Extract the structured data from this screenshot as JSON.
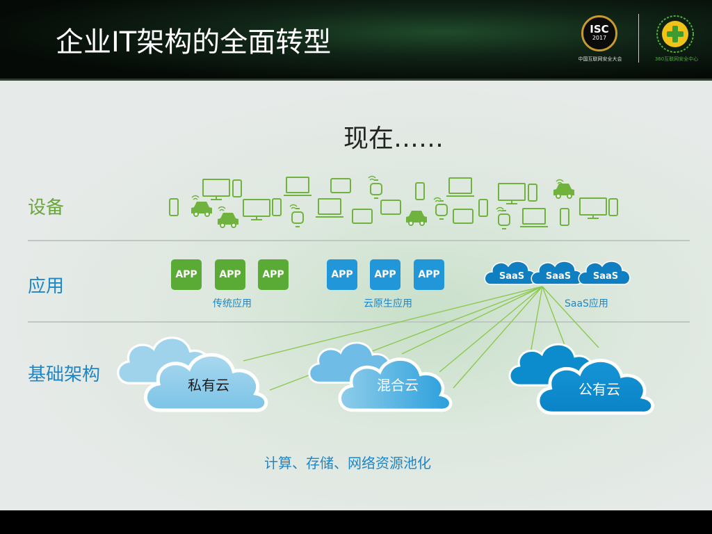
{
  "slide": {
    "title": "企业IT架构的全面转型",
    "subtitle": "现在……",
    "logos": {
      "isc_text": "ISC",
      "isc_year": "2017",
      "isc_caption": "中国互联网安全大会",
      "partner_caption": "360互联网安全中心",
      "partner_icon": "plus-shield-icon"
    }
  },
  "rows": {
    "devices": "设备",
    "applications": "应用",
    "infrastructure": "基础架构"
  },
  "apps": {
    "traditional": {
      "labels": [
        "APP",
        "APP",
        "APP"
      ],
      "caption": "传统应用"
    },
    "cloud_native": {
      "labels": [
        "APP",
        "APP",
        "APP"
      ],
      "caption": "云原生应用"
    },
    "saas": {
      "labels": [
        "SaaS",
        "SaaS",
        "SaaS"
      ],
      "caption": "SaaS应用"
    }
  },
  "clouds": {
    "private": "私有云",
    "hybrid": "混合云",
    "public": "公有云"
  },
  "pooling_caption": "计算、存储、网络资源池化",
  "device_icons": [
    "monitor-icon",
    "laptop-icon",
    "tablet-icon",
    "phone-icon",
    "smartwatch-icon",
    "car-icon"
  ],
  "colors": {
    "green": "#5aab35",
    "blue": "#2196d8",
    "dark_blue": "#1e86c4",
    "cloud_light": "#8ecbe8",
    "cloud_dark": "#0d8ccd",
    "connector": "#8cc850"
  }
}
